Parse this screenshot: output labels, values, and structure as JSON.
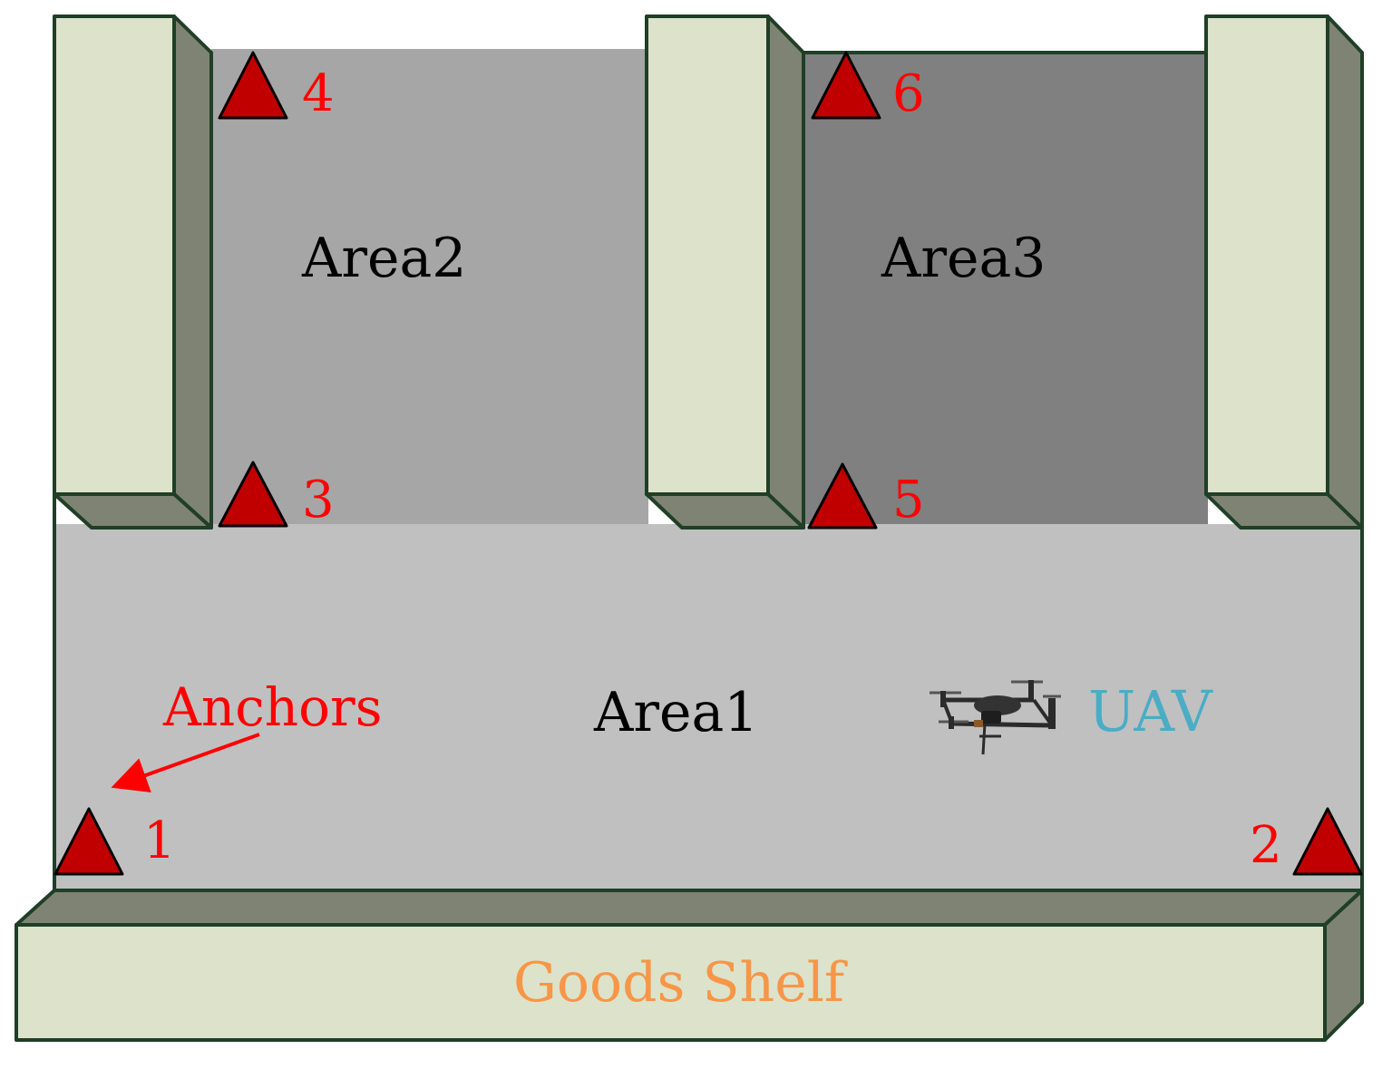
{
  "areas": {
    "area1": "Area1",
    "area2": "Area2",
    "area3": "Area3"
  },
  "anchors": {
    "label": "Anchors",
    "numbers": [
      "1",
      "2",
      "3",
      "4",
      "5",
      "6"
    ]
  },
  "uav": {
    "label": "UAV",
    "icon": "drone-icon"
  },
  "shelf": {
    "label": "Goods Shelf"
  },
  "colors": {
    "area1_fill": "#c0c0c0",
    "area2_fill": "#a6a6a6",
    "area3_fill": "#808080",
    "shelf_face": "#dde2cb",
    "shelf_side": "#7f8373",
    "shelf_edge": "#1f3f26",
    "anchor_fill": "#c00000",
    "anchor_text": "#ff0000",
    "uav_text": "#4bacc6",
    "shelf_text": "#f79646"
  }
}
